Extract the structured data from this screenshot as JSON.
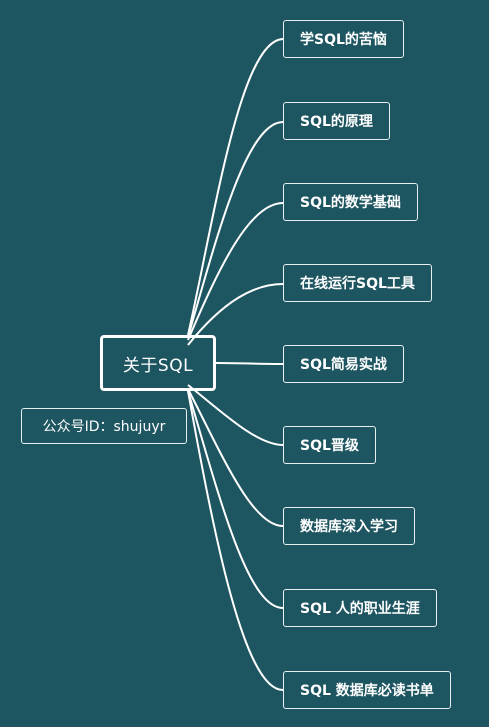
{
  "root": {
    "label": "关于SQL"
  },
  "side_note": {
    "label": "公众号ID：shujuyr"
  },
  "topics": [
    {
      "label": "学SQL的苦恼"
    },
    {
      "label": "SQL的原理"
    },
    {
      "label": "SQL的数学基础"
    },
    {
      "label": "在线运行SQL工具"
    },
    {
      "label": "SQL简易实战"
    },
    {
      "label": "SQL晋级"
    },
    {
      "label": "数据库深入学习"
    },
    {
      "label": "SQL 人的职业生涯"
    },
    {
      "label": "SQL 数据库必读书单"
    }
  ],
  "colors": {
    "background": "#1d5561",
    "line": "#ffffff",
    "text": "#ffffff"
  }
}
